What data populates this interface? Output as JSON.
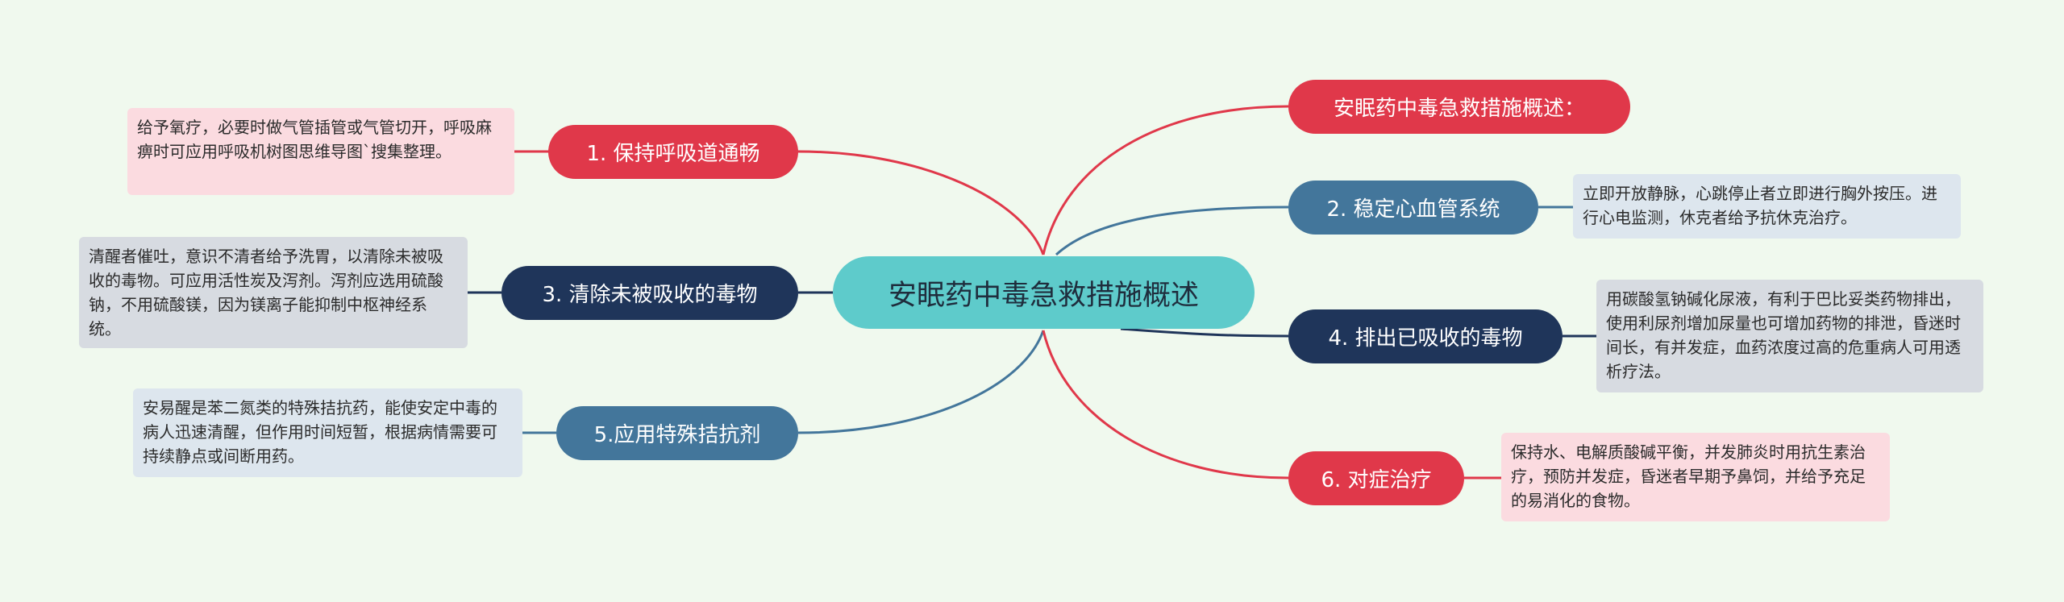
{
  "root": {
    "label": "安眠药中毒急救措施概述"
  },
  "branches": [
    {
      "label": "1. 保持呼吸道通畅",
      "note": "给予氧疗，必要时做气管插管或气管切开，呼吸麻痹时可应用呼吸机树图思维导图`搜集整理。"
    },
    {
      "label": "3. 清除未被吸收的毒物",
      "note": "清醒者催吐，意识不清者给予洗胃，以清除未被吸收的毒物。可应用活性炭及泻剂。泻剂应选用硫酸钠，不用硫酸镁，因为镁离子能抑制中枢神经系统。"
    },
    {
      "label": "5.应用特殊拮抗剂",
      "note": "安易醒是苯二氮类的特殊拮抗药，能使安定中毒的病人迅速清醒，但作用时间短暂，根据病情需要可持续静点或间断用药。"
    },
    {
      "label": "安眠药中毒急救措施概述："
    },
    {
      "label": "2. 稳定心血管系统",
      "note": "立即开放静脉，心跳停止者立即进行胸外按压。进行心电监测，休克者给予抗休克治疗。"
    },
    {
      "label": "4. 排出已吸收的毒物",
      "note": "用碳酸氢钠碱化尿液，有利于巴比妥类药物排出，使用利尿剂增加尿量也可增加药物的排泄，昏迷时间长，有并发症，血药浓度过高的危重病人可用透析疗法。"
    },
    {
      "label": "6. 对症治疗",
      "note": "保持水、电解质酸碱平衡，并发肺炎时用抗生素治疗，预防并发症，昏迷者早期予鼻饲，并给予充足的易消化的食物。"
    }
  ],
  "colors": {
    "background": "#f0f9ee",
    "root": "#5ecbcb",
    "red": "#e0384a",
    "steel": "#43769b",
    "navy": "#1f355a",
    "note_pink": "#fbdbe0",
    "note_blue": "#dde6ee",
    "note_gray": "#d7dbe1"
  }
}
